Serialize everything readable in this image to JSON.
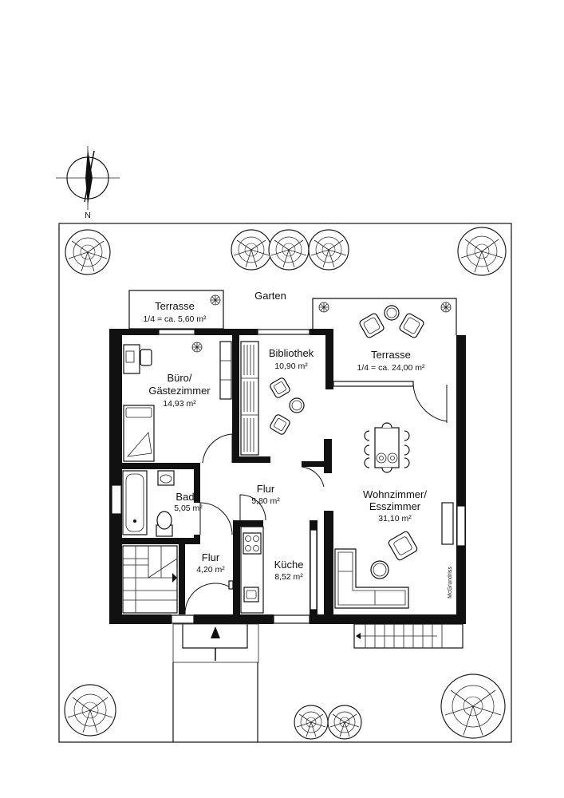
{
  "compass": {
    "north_label": "N"
  },
  "garden_label": "Garten",
  "watermark": "McGrundriss",
  "rooms": {
    "terrasse_small": {
      "name": "Terrasse",
      "area": "1/4 = ca. 5,60 m²"
    },
    "buero": {
      "name_line1": "Büro/",
      "name_line2": "Gästezimmer",
      "area": "14,93 m²"
    },
    "bibliothek": {
      "name": "Bibliothek",
      "area": "10,90 m²"
    },
    "terrasse_large": {
      "name": "Terrasse",
      "area": "1/4 = ca. 24,00 m²"
    },
    "bad": {
      "name": "Bad",
      "area": "5,05 m²"
    },
    "flur_main": {
      "name": "Flur",
      "area": "5,80 m²"
    },
    "wohnzimmer": {
      "name_line1": "Wohnzimmer/",
      "name_line2": "Esszimmer",
      "area": "31,10 m²"
    },
    "flur_small": {
      "name": "Flur",
      "area": "4,20 m²"
    },
    "kueche": {
      "name": "Küche",
      "area": "8,52 m²"
    }
  },
  "icons": [
    "compass-icon",
    "tree-icon",
    "plant-icon",
    "bed-icon",
    "bathtub-icon",
    "toilet-icon",
    "sink-icon",
    "stove-icon",
    "sofa-icon",
    "armchair-icon",
    "dining-table-icon",
    "stairs-icon",
    "entrance-arrow-icon"
  ]
}
